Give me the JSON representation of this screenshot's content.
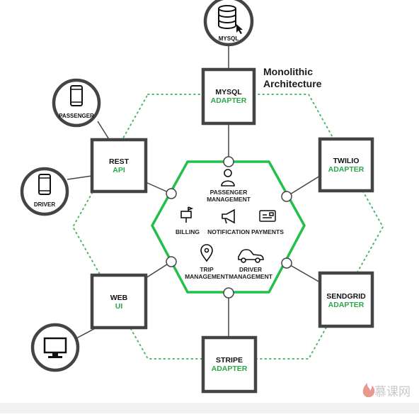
{
  "title_line1": "Monolithic",
  "title_line2": "Architecture",
  "nodes": {
    "mysql": "MYSQL",
    "passenger": "PASSENGER",
    "driver": "DRIVER"
  },
  "adapters": {
    "mysql": [
      "MYSQL",
      "ADAPTER"
    ],
    "rest": [
      "REST",
      "API"
    ],
    "twilio": [
      "TWILIO",
      "ADAPTER"
    ],
    "web": [
      "WEB",
      "UI"
    ],
    "sendgrid": [
      "SENDGRID",
      "ADAPTER"
    ],
    "stripe": [
      "STRIPE",
      "ADAPTER"
    ]
  },
  "modules": {
    "passenger_management": [
      "PASSENGER",
      "MANAGEMENT"
    ],
    "billing": "BILLING",
    "notification": "NOTIFICATION",
    "payments": "PAYMENTS",
    "trip_management": [
      "TRIP",
      "MANAGEMENT"
    ],
    "driver_management": [
      "DRIVER",
      "MANAGEMENT"
    ]
  },
  "watermark": "慕课网",
  "colors": {
    "core_hex": "#22c04a",
    "adapter_accent": "#2aa84a",
    "outer_dots": "#4db86a"
  }
}
